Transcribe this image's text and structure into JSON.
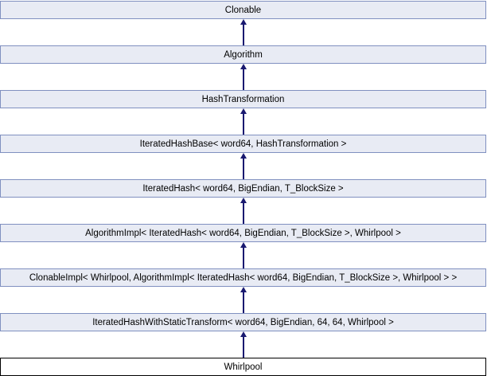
{
  "diagram": {
    "type": "class-inheritance-diagram",
    "direction": "derived-at-bottom-arrows-point-up",
    "colors": {
      "node_fill": "#E8EBF4",
      "node_border": "#8090C0",
      "current_fill": "#FFFFFF",
      "current_border": "#000000",
      "arrow_color": "#191970",
      "text_color": "#000000",
      "background": "#FFFFFF"
    },
    "nodes": [
      {
        "label": "Clonable",
        "current": false
      },
      {
        "label": "Algorithm",
        "current": false
      },
      {
        "label": "HashTransformation",
        "current": false
      },
      {
        "label": "IteratedHashBase< word64, HashTransformation >",
        "current": false
      },
      {
        "label": "IteratedHash< word64, BigEndian, T_BlockSize >",
        "current": false
      },
      {
        "label": "AlgorithmImpl< IteratedHash< word64, BigEndian, T_BlockSize >, Whirlpool >",
        "current": false
      },
      {
        "label": "ClonableImpl< Whirlpool, AlgorithmImpl< IteratedHash< word64, BigEndian, T_BlockSize >, Whirlpool > >",
        "current": false
      },
      {
        "label": "IteratedHashWithStaticTransform< word64, BigEndian, 64, 64, Whirlpool >",
        "current": false
      },
      {
        "label": "Whirlpool",
        "current": true
      }
    ]
  }
}
